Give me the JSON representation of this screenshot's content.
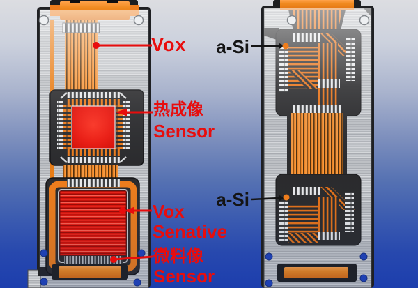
{
  "annotations": {
    "vox": {
      "label": "Vox"
    },
    "asi_top": {
      "label": "a-Si"
    },
    "thermal_sensor": {
      "line1": "热成像",
      "line2": "Sensor"
    },
    "vox_sensitive": {
      "line1": "Vox",
      "line2": "Senative"
    },
    "micro_sensor": {
      "line1": "微料像",
      "line2": "Sensor"
    },
    "asi_bottom": {
      "label": "a-Si"
    }
  },
  "colors": {
    "annotation_red": "#e80d0d",
    "annotation_black": "#141414",
    "flex_orange": "#ee7d1c",
    "sensor_die_red": "#ef1a10",
    "metal_gray": "#bfc2c6",
    "background_blue_bottom": "#1c3ead",
    "background_gray_top": "#dcdde1",
    "pointer_dot_orange": "#ee7d1c"
  }
}
